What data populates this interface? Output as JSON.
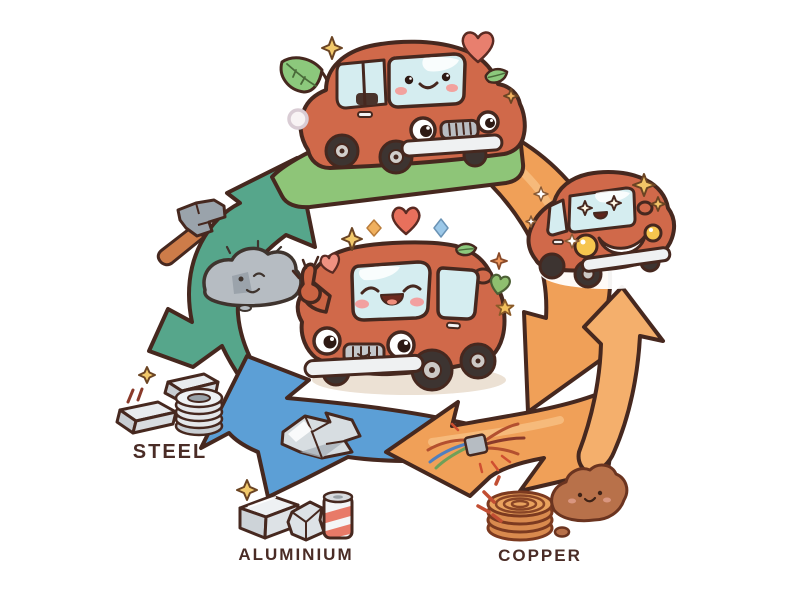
{
  "labels": {
    "steel": "STEEL",
    "aluminium": "ALUMINIUM",
    "copper": "COPPER"
  },
  "palette": {
    "background": "#ffffff",
    "outline": "#46281f",
    "green_arrow": "#56a68b",
    "green_platform": "#8ec578",
    "blue_arrow": "#5c9fd6",
    "orange_arrow": "#f0a058",
    "orange_arrow_light": "#f4af6c",
    "car_body": "#d0694a",
    "car_window": "#d5edf0",
    "headlight_gold": "#f6c54e",
    "label_text": "#4a2c26"
  },
  "icons": [
    "hammer-icon",
    "scrap-metal-icon",
    "steel-ingot-icon",
    "steel-coil-icon",
    "aluminium-block-icon",
    "aluminium-can-icon",
    "copper-coil-icon",
    "copper-ore-icon",
    "wire-bundle-icon",
    "crushed-metal-icon",
    "heart-icon",
    "sparkle-icon",
    "leaf-icon",
    "bubble-icon"
  ]
}
